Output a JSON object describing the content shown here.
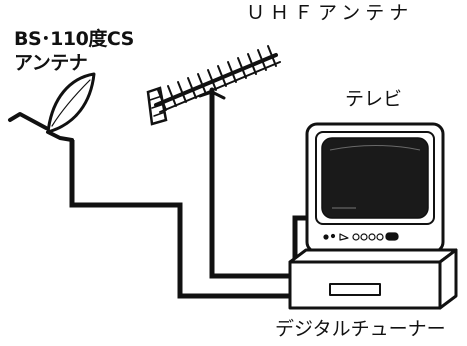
{
  "labels": {
    "bs_antenna_line1": "BS･110度CS",
    "bs_antenna_line2": "アンテナ",
    "uhf_antenna": "ＵＨＦアンテナ",
    "tv": "テレビ",
    "digital_tuner": "デジタルチューナー"
  },
  "colors": {
    "line": "#111111",
    "background": "#ffffff",
    "screen": "#1a1a1a",
    "body": "#ffffff"
  }
}
